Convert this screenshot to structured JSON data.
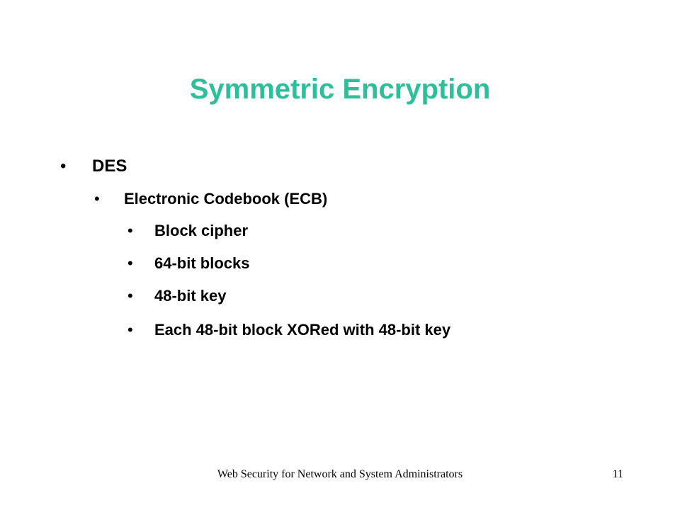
{
  "slide": {
    "title": "Symmetric Encryption",
    "bullet_glyph": "•",
    "bullets": [
      {
        "level": 1,
        "text": "DES"
      },
      {
        "level": 2,
        "text": "Electronic Codebook (ECB)"
      },
      {
        "level": 3,
        "text": "Block cipher"
      },
      {
        "level": 3,
        "text": "64-bit blocks"
      },
      {
        "level": 3,
        "text": "48-bit key"
      },
      {
        "level": 3,
        "text": "Each 48-bit block XORed with 48-bit key"
      }
    ],
    "footer": "Web Security for Network and System Administrators",
    "page_number": "11"
  },
  "colors": {
    "title": "#2DBE9A",
    "text": "#000000",
    "background": "#FFFFFF"
  }
}
